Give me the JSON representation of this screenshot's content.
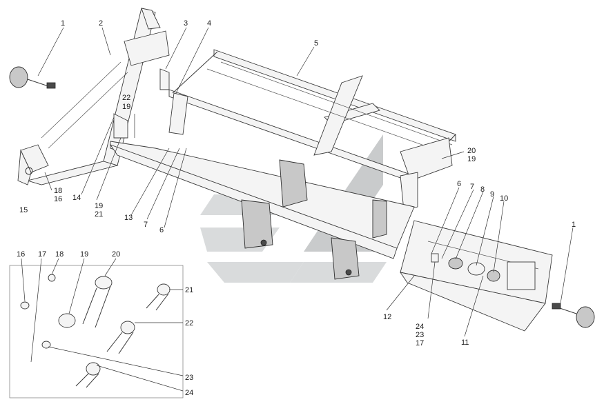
{
  "watermark_colors": {
    "fill": "#c9cbcc",
    "fill_light": "#d9dbdc"
  },
  "callouts": {
    "c1_left": "1",
    "c2": "2",
    "c3": "3",
    "c4": "4",
    "c5": "5",
    "c22_top": "22",
    "c19_top": "19",
    "c20_right": "20",
    "c19_right": "19",
    "c18_left": "18",
    "c16_left": "16",
    "c15": "15",
    "c14": "14",
    "c19_mid": "19",
    "c21_mid": "21",
    "c13": "13",
    "c7_left": "7",
    "c6_left": "6",
    "c6_right": "6",
    "c7_right": "7",
    "c8": "8",
    "c9": "9",
    "c10": "10",
    "c1_right": "1",
    "c12": "12",
    "c24_right": "24",
    "c23_right": "23",
    "c17_right": "17",
    "c11": "11"
  },
  "inset": {
    "c16": "16",
    "c17": "17",
    "c18": "18",
    "c19": "19",
    "c20": "20",
    "c21": "21",
    "c22": "22",
    "c23": "23",
    "c24": "24"
  }
}
